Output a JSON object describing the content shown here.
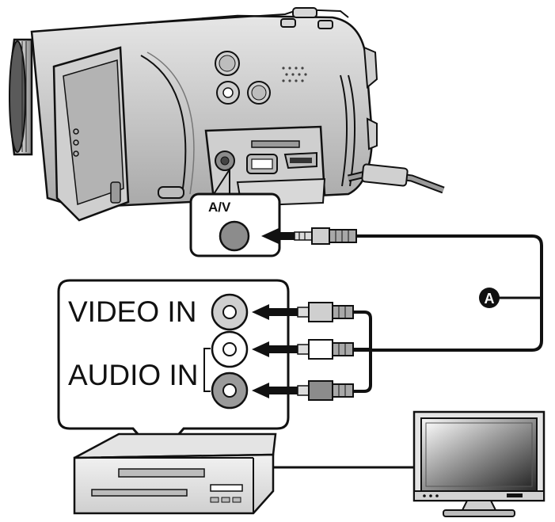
{
  "labels": {
    "video_in": "VIDEO IN",
    "audio_in": "AUDIO IN",
    "av_port": "A/V",
    "cable_marker": "A"
  },
  "colors": {
    "line": "#111111",
    "device_gray": "#c9c9c9",
    "device_dark": "#8c8c8c",
    "jack_yellow": "#cfcfcf",
    "jack_white": "#ffffff",
    "jack_red": "#9a9a9a"
  },
  "icons": [
    "camcorder",
    "av-jack",
    "stereo-plug",
    "rca-plug",
    "vcr-recorder",
    "television",
    "callout-balloon",
    "arrow-left"
  ]
}
